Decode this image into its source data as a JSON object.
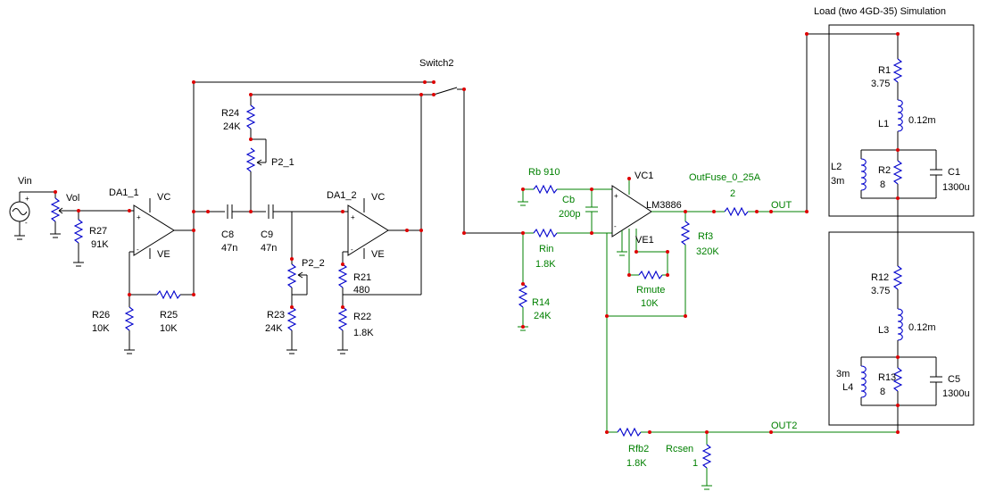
{
  "labels": {
    "vin": "Vin",
    "vol": "Vol",
    "da1_1": "DA1_1",
    "da1_2": "DA1_2",
    "vc": "VC",
    "ve": "VE",
    "r27": "R27",
    "r27_val": "91K",
    "r26": "R26",
    "r26_val": "10K",
    "r25": "R25",
    "r25_val": "10K",
    "r24": "R24",
    "r24_val": "24K",
    "p2_1": "P2_1",
    "p2_2": "P2_2",
    "c8": "C8",
    "c8_val": "47n",
    "c9": "C9",
    "c9_val": "47n",
    "r23": "R23",
    "r23_val": "24K",
    "r21": "R21",
    "r21_val": "480",
    "r22": "R22",
    "r22_val": "1.8K",
    "switch2": "Switch2",
    "rb": "Rb 910",
    "cb": "Cb",
    "cb_val": "200p",
    "rin": "Rin",
    "rin_val": "1.8K",
    "r14": "R14",
    "r14_val": "24K",
    "vc1": "VC1",
    "ve1": "VE1",
    "lm3886": "LM3886",
    "rf3": "Rf3",
    "rf3_val": "320K",
    "rmute": "Rmute",
    "rmute_val": "10K",
    "outfuse": "OutFuse_0_25A",
    "outfuse_val": "2",
    "out": "OUT",
    "out2": "OUT2",
    "rfb2": "Rfb2",
    "rfb2_val": "1.8K",
    "rcsen": "Rcsen",
    "rcsen_val": "1",
    "load_title": "Load (two 4GD-35) Simulation",
    "r1": "R1",
    "r1_val": "3.75",
    "l1": "L1",
    "l1_val": "0.12m",
    "l2": "L2",
    "l2_val": "3m",
    "r2": "R2",
    "r2_val": "8",
    "c1": "C1",
    "c1_val": "1300u",
    "r12": "R12",
    "r12_val": "3.75",
    "l3": "L3",
    "l3_val": "0.12m",
    "l4": "L4",
    "l4_val": "3m",
    "r13": "R13",
    "r13_val": "8",
    "c5": "C5",
    "c5_val": "1300u",
    "plus": "+",
    "minus": "-"
  }
}
